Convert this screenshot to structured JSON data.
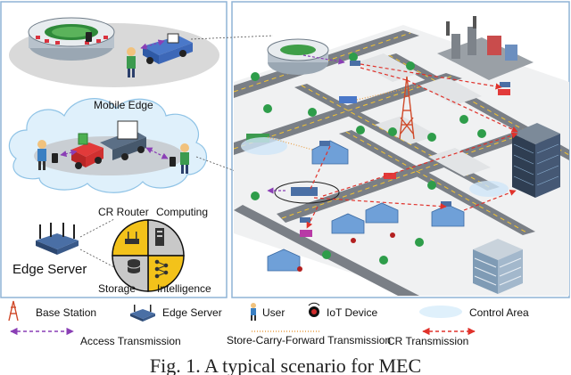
{
  "left_panel": {
    "mobile_edge_label": "Mobile Edge",
    "cr_router_label": "CR Router",
    "computing_label": "Computing",
    "storage_label": "Storage",
    "intelligence_label": "Intelligence",
    "edge_server_label": "Edge Server"
  },
  "legend": {
    "base_station": "Base Station",
    "edge_server": "Edge Server",
    "user": "User",
    "iot_device": "IoT Device",
    "control_area": "Control Area",
    "access_transmission": "Access Transmission",
    "store_carry_forward": "Store-Carry-Forward Transmission",
    "cr_transmission": "CR Transmission"
  },
  "caption": "Fig. 1. A typical scenario for MEC",
  "colors": {
    "access_line": "#8a3fb5",
    "cr_line": "#e0322b",
    "scf_line": "#e8a048",
    "panel_border": "#8fb4d6",
    "cloud": "#dff0fb",
    "pie_yellow": "#f3c21a",
    "pie_gray": "#c8c8c8"
  }
}
